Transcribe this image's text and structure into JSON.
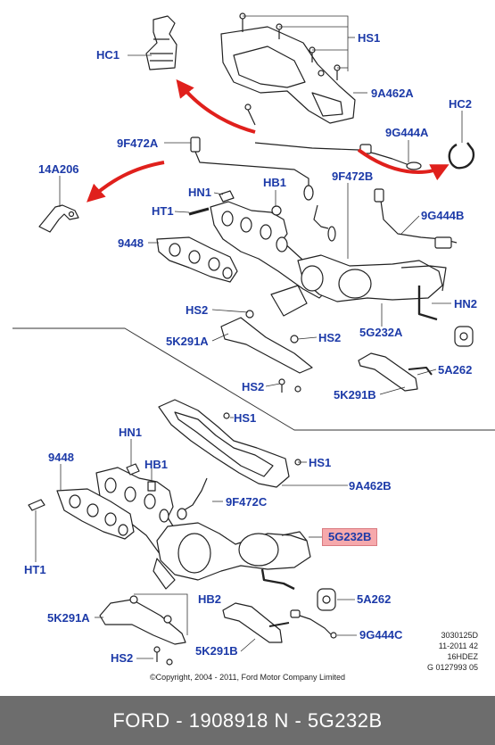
{
  "labels": {
    "hc1": "HC1",
    "hs1_top": "HS1",
    "a9a462a": "9A462A",
    "hc2": "HC2",
    "f9f472a": "9F472A",
    "g9g444a": "9G444A",
    "a14a206": "14A206",
    "hn1_top": "HN1",
    "hb1_top": "HB1",
    "f9f472b": "9F472B",
    "ht1_top": "HT1",
    "g9g444b": "9G444B",
    "n9448_top": "9448",
    "hn2": "HN2",
    "hs2_top": "HS2",
    "g5g232a": "5G232A",
    "k5k291a_top": "5K291A",
    "hs2_mid": "HS2",
    "a5a262_top": "5A262",
    "hs2_low": "HS2",
    "k5k291b_top": "5K291B",
    "hs1_lower1": "HS1",
    "hs1_lower2": "HS1",
    "hn1_bot": "HN1",
    "n9448_bot": "9448",
    "hb1_bot": "HB1",
    "a9a462b": "9A462B",
    "f9f472c": "9F472C",
    "g5g232b": "5G232B",
    "ht1_bot": "HT1",
    "a5a262_bot": "5A262",
    "hb2": "HB2",
    "k5k291a_bot": "5K291A",
    "g9g444c": "9G444C",
    "k5k291b_bot": "5K291B",
    "hs2_bot": "HS2"
  },
  "meta": {
    "line1": "3030125D",
    "line2": "11-2011 42",
    "line3": "16HDEZ",
    "line4": "G 0127993 05"
  },
  "copyright": "©Copyright, 2004 - 2011, Ford Motor Company Limited",
  "footer": "FORD - 1908918     N - 5G232B",
  "colors": {
    "label": "#1c3aa8",
    "arrow": "#e0201c",
    "highlight": "#f6a9ac",
    "footer_bg": "#6d6d6d"
  }
}
